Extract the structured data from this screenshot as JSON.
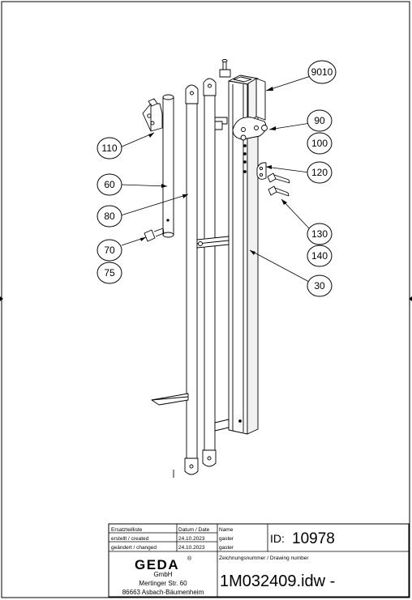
{
  "callouts": [
    {
      "label": "9010"
    },
    {
      "label": "90"
    },
    {
      "label": "100"
    },
    {
      "label": "110"
    },
    {
      "label": "120"
    },
    {
      "label": "60"
    },
    {
      "label": "80"
    },
    {
      "label": "130"
    },
    {
      "label": "70"
    },
    {
      "label": "140"
    },
    {
      "label": "75"
    },
    {
      "label": "30"
    }
  ],
  "title_block": {
    "list_label": "Ersatzteilliste",
    "date_header": "Datum / Date",
    "name_header": "Name",
    "created_label": "erstellt / created",
    "created_date": "24.10.2023",
    "created_name": "gaster",
    "changed_label": "geändert / changed",
    "changed_date": "24.10.2023",
    "changed_name": "gaster",
    "id_label": "ID:",
    "id_value": "10978",
    "drawing_number_label": "Zeichnungsnummer / Drawing number",
    "drawing_number": "1M032409.idw -",
    "company_logo": "GEDA",
    "company_suffix": "GmbH",
    "company_street": "Mertinger Str. 60",
    "company_city": "86663 Asbach-Bäumenheim"
  }
}
